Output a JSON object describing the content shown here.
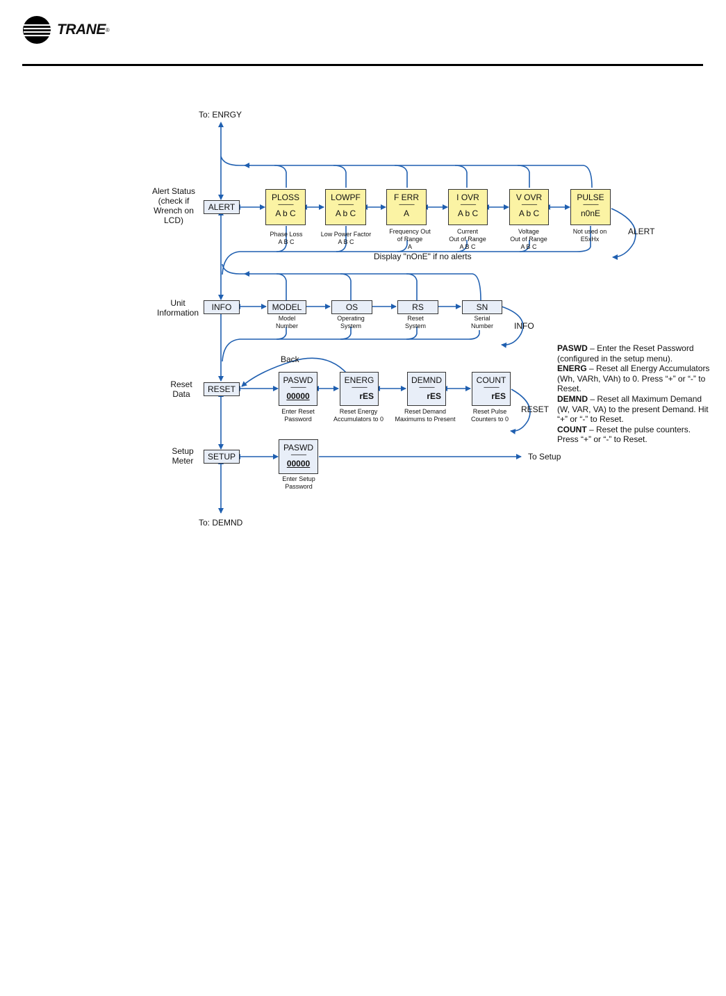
{
  "header": {
    "brand": "TRANE",
    "reg": "®"
  },
  "top_label": "To: ENRGY",
  "bottom_label": "To: DEMND",
  "rows": {
    "alert": {
      "side_label": [
        "Alert Status",
        "(check if",
        "Wrench on",
        "LCD)"
      ],
      "nav": "ALERT",
      "return_label": "ALERT",
      "note": "Display \"nOnE\" if no alerts",
      "items": [
        {
          "title": "PLOSS",
          "dash": "-----------",
          "value": "A b C",
          "desc": [
            "Phase Loss",
            "A B C"
          ]
        },
        {
          "title": "LOWPF",
          "dash": "-----------",
          "value": "A b C",
          "desc": [
            "Low Power Factor",
            "A B C"
          ]
        },
        {
          "title": "F ERR",
          "dash": "-----------",
          "value": "A",
          "desc": [
            "Frequency Out",
            "of Range",
            "A"
          ]
        },
        {
          "title": "I OVR",
          "dash": "-----------",
          "value": "A b C",
          "desc": [
            "Current",
            "Out of Range",
            "A B C"
          ]
        },
        {
          "title": "V OVR",
          "dash": "-----------",
          "value": "A b C",
          "desc": [
            "Voltage",
            "Out of Range",
            "A B C"
          ]
        },
        {
          "title": "PULSE",
          "dash": "-----------",
          "value": "n0nE",
          "desc": [
            "Not used on",
            "E5xHx"
          ]
        }
      ]
    },
    "info": {
      "side_label": [
        "Unit",
        "Information"
      ],
      "nav": "INFO",
      "return_label": "INFO",
      "items": [
        {
          "title": "MODEL",
          "desc": [
            "Model",
            "Number"
          ]
        },
        {
          "title": "OS",
          "desc": [
            "Operating",
            "System"
          ]
        },
        {
          "title": "RS",
          "desc": [
            "Reset",
            "System"
          ]
        },
        {
          "title": "SN",
          "desc": [
            "Serial",
            "Number"
          ]
        }
      ]
    },
    "reset": {
      "side_label": [
        "Reset",
        "Data"
      ],
      "nav": "RESET",
      "return_label": "RESET",
      "back_label": "Back",
      "items": [
        {
          "title": "PASWD",
          "dash": "-----------",
          "value": "00000",
          "desc": [
            "Enter Reset",
            "Password"
          ]
        },
        {
          "title": "ENERG",
          "dash": "-----------",
          "value": "rES",
          "desc": [
            "Reset Energy",
            "Accumulators to 0"
          ]
        },
        {
          "title": "DEMND",
          "dash": "-----------",
          "value": "rES",
          "desc": [
            "Reset Demand",
            "Maximums to Present"
          ]
        },
        {
          "title": "COUNT",
          "dash": "-----------",
          "value": "rES",
          "desc": [
            "Reset Pulse",
            "Counters to 0"
          ]
        }
      ]
    },
    "setup": {
      "side_label": [
        "Setup",
        "Meter"
      ],
      "nav": "SETUP",
      "to_label": "To Setup",
      "item": {
        "title": "PASWD",
        "dash": "-----------",
        "value": "00000",
        "desc": [
          "Enter Setup",
          "Password"
        ]
      }
    }
  },
  "legend": [
    {
      "key": "PASWD",
      "text": " – Enter the Reset Password (configured in the setup menu)."
    },
    {
      "key": "ENERG",
      "text": " – Reset all Energy Accumulators (Wh, VARh, VAh) to 0. Press “+” or “-” to Reset."
    },
    {
      "key": "DEMND",
      "text": " – Reset all Maximum Demand (W, VAR, VA) to the present Demand. Hit “+” or “-” to Reset."
    },
    {
      "key": "COUNT",
      "text": " – Reset the pulse counters. Press “+” or “-” to Reset."
    }
  ],
  "colors": {
    "arrow": "#1f5fb0",
    "alert_fill": "#fbf3a4",
    "nav_fill": "#e8eef8"
  }
}
